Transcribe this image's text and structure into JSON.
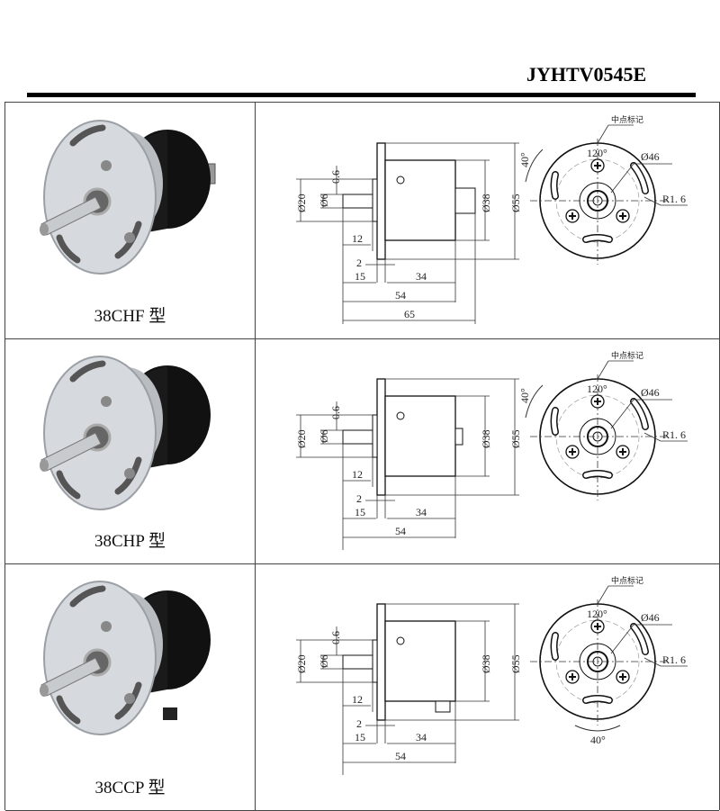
{
  "header": {
    "doc_code": "JYHTV0545E"
  },
  "rows": [
    {
      "model": "38CHF 型",
      "dims": {
        "d20": "Ø20",
        "d6": "Ø6",
        "t06": "0.6",
        "l12": "12",
        "l2": "2",
        "l15": "15",
        "l34": "34",
        "l54": "54",
        "l65": "65",
        "d38": "Ø38",
        "d55": "Ø55",
        "mark": "中点标记",
        "a120": "120°",
        "d46": "Ø46",
        "r16": "R1. 6",
        "a40": "40°"
      }
    },
    {
      "model": "38CHP 型",
      "dims": {
        "d20": "Ø20",
        "d6": "Ø6",
        "t06": "0.6",
        "l12": "12",
        "l2": "2",
        "l15": "15",
        "l34": "34",
        "l54": "54",
        "d38": "Ø38",
        "d55": "Ø55",
        "mark": "中点标记",
        "a120": "120°",
        "d46": "Ø46",
        "r16": "R1. 6",
        "a40": "40°"
      }
    },
    {
      "model": "38CCP 型",
      "dims": {
        "d20": "Ø20",
        "d6": "Ø6",
        "t06": "0.6",
        "l12": "12",
        "l2": "2",
        "l15": "15",
        "l34": "34",
        "l54": "54",
        "d38": "Ø38",
        "d55": "Ø55",
        "mark": "中点标记",
        "a120": "120°",
        "d46": "Ø46",
        "r16": "R1. 6",
        "a40": "40°"
      }
    }
  ]
}
